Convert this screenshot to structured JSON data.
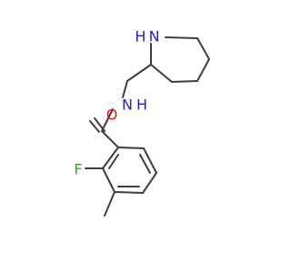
{
  "molecule": {
    "atoms": {
      "nitrogen_ring": {
        "symbol": "H N",
        "color": "#1f1fd6"
      },
      "nitrogen_amide": {
        "symbol": "N",
        "color": "#1f1fd6"
      },
      "amide_hydrogen": {
        "symbol": "H",
        "color": "#1f1fd6"
      },
      "oxygen": {
        "symbol": "O",
        "color": "#e8111d"
      },
      "fluorine": {
        "symbol": "F",
        "color": "#2ea82e"
      }
    },
    "bond_color": "#3d3d3d"
  }
}
